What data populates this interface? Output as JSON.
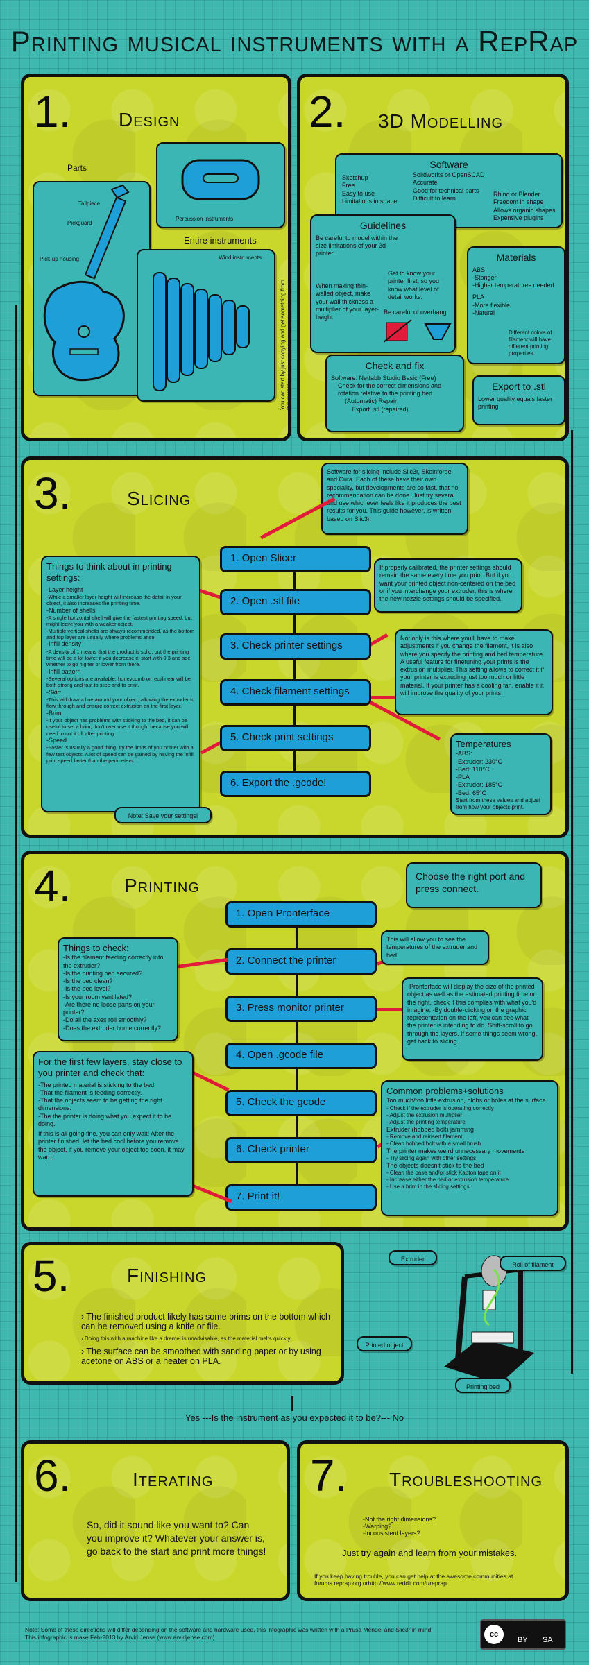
{
  "title": "Printing musical instruments with a RepRap",
  "s1": {
    "num": "1.",
    "name": "Design",
    "parts": "Parts",
    "tailpiece": "Tailpiece",
    "pickguard": "Pickguard",
    "pickup": "Pick-up housing",
    "percussion": "Percussion instruments",
    "entire": "Entire instruments",
    "wind": "Wind instruments",
    "side": "You can start by just copying and get something from thingiverse"
  },
  "s2": {
    "num": "2.",
    "name": "3D Modelling",
    "software_h": "Software",
    "sketchup": "Sketchup",
    "sketchup_items": [
      "Free",
      "Easy to use",
      "Limitations in shape"
    ],
    "solidworks": "Solidworks or OpenSCAD",
    "solidworks_items": [
      "Accurate",
      "Good for technical parts",
      "Difficult to learn"
    ],
    "rhino": "Rhino or Blender",
    "rhino_items": [
      "Freedom in shape",
      "Allows organic shapes",
      "Expensive plugins"
    ],
    "guidelines_h": "Guidelines",
    "g1": "Be careful to model within the size limitations of your 3d printer.",
    "g2": "Get to know your printer first, so you know what level of detail works.",
    "g3": "When making thin-walled object, make your wall thickness a multiplier of your layer-height",
    "g4": "Be careful of overhang",
    "materials_h": "Materials",
    "abs": "ABS",
    "abs_items": [
      "-Stonger",
      "-Higher temperatures needed"
    ],
    "pla": "PLA",
    "pla_items": [
      "-More flexible",
      "-Natural"
    ],
    "colors": "Different colors of filament will have different printing properties.",
    "check_h": "Check and fix",
    "check_items": [
      "Software: Netfabb Studio Basic (Free)",
      "Check for the correct dimensions and rotation relative to the printing bed",
      "(Automatic) Repair",
      "Export .stl (repaired)"
    ],
    "export_h": "Export to .stl",
    "export_t": "Lower quality equals faster printing"
  },
  "s3": {
    "num": "3.",
    "name": "Slicing",
    "intro": "Software for slicing include Slic3r, Skeinforge and Cura. Each of these have their own speciality, but developments are so fast, that no recommendation can be done. Just try several and use whichever feels like it produces the best results for you. This guide however, is written based on Slic3r.",
    "steps": [
      "1. Open Slicer",
      "2. Open .stl file",
      "3. Check printer settings",
      "4. Check filament settings",
      "5. Check print settings",
      "6. Export the .gcode!"
    ],
    "things_h": "Things to think about in printing settings:",
    "things": [
      [
        "-Layer height",
        "-While a smaller layer height will increase the detail in your object, it also increases the printing time."
      ],
      [
        "-Number of shells",
        "-A single horizontal shell will give the fastest printing speed, but might leave you with a weaker object.",
        "-Multiple vertical shells are always recommended, as the bottom and top layer are usually where problems arise."
      ],
      [
        "-Infill density",
        "-A density of 1 means that the product is solid, but the printing time will be a lot lower if you decrease it; start with 0.3 and see whether to go higher or lower from there."
      ],
      [
        "-Infill pattern",
        "-Several options are available, honeycomb or rectilinear will be both strong and fast to slice and to print."
      ],
      [
        "-Skirt",
        "-This will draw a line around your object, allowing the extruder to flow through and ensure correct extrusion on the first layer."
      ],
      [
        "-Brim",
        "-If your object has problems with sticking to the bed, it can be useful to set a brim, don't over use it though, because you will need to cut it off after printing."
      ],
      [
        "-Speed",
        "-Faster is usually a good thing, try the limits of you printer with a few test objects. A lot of speed can be gained by having the infill print speed faster than the perimeters."
      ]
    ],
    "save": "Note: Save your settings!",
    "printer_note": "If properly calibrated, the printer settings should remain the same every time you print. But if you want your printed object non-centered on the bed or if you interchange your extruder, this is where the new nozzle settings should be specified.",
    "filament_note": "Not only is this where you'll have to make adjustments if you change the filament, it is also where you specify the printing and bed temperature. A useful feature for finetuning your prints is the extrusion multiplier. This setting allows to correct it if your printer is extruding just too much or little material. If your printer has a cooling fan, enable it it will improve the quality of your prints.",
    "temp_h": "Temperatures",
    "temp_lines": [
      "-ABS:",
      "-Extruder: 230°C",
      "-Bed: 110°C",
      "-PLA",
      "-Extruder: 185°C",
      "-Bed: 65°C"
    ],
    "temp_note": "Start from these values and adjust from how your objects print."
  },
  "s4": {
    "num": "4.",
    "name": "Printing",
    "choose": "Choose the right port and press connect.",
    "steps": [
      "1. Open Pronterface",
      "2. Connect the printer",
      "3. Press monitor printer",
      "4. Open .gcode file",
      "5. Check the gcode",
      "6. Check printer",
      "7. Print it!"
    ],
    "check_h": "Things to check:",
    "check_items": [
      "-Is the filament feeding correctly into the extruder?",
      "-Is the printing bed secured?",
      "-Is the bed clean?",
      "-Is the bed level?",
      "-Is your room ventilated?",
      "-Are there no loose parts on your printer?",
      "-Do all the axes roll smoothly?",
      "-Does the extruder home correctly?"
    ],
    "temp_note": "This will allow you to see the temperatures of the extruder and bed.",
    "monitor_note": "-Pronterface will display the size of the printed object as well as the estimated printing time on the right, check if this complies with what you'd imagine. -By double-clicking on the graphic representation on the left, you can see what the printer is intending to do. Shift-scroll to go through the layers. If some things seem wrong, get back to slicing.",
    "first_h": "For the first few layers, stay close to you printer and check that:",
    "first_items": [
      "-The printed material is sticking to the bed.",
      "-That the filament is feeding correctly.",
      "-That the objects seem to be getting the right dimensions.",
      "-The the printer is doing what you expect it to be doing."
    ],
    "first_ok": "If this is all going fine, you can only wait! After the printer finished, let the bed cool before you remove the object, if you remove your object too soon, it may warp.",
    "problems_h": "Common problems+solutions",
    "problems": [
      "Too much/too little extrusion, blobs or holes at the surface",
      "- Check if the extruder is operating correctly",
      "- Adjust the extrusion multiplier",
      "- Adjust the printing temperature",
      "Extruder (hobbed bolt) jamming",
      "- Remove and reinsert filament",
      "- Clean hobbed bolt with a small brush",
      "The printer makes weird unnecessary movements",
      "- Try slicing again with other settings",
      "The objects doesn't stick to the bed",
      "- Clean the base and/or stick Kapton tape on it",
      "- Increase either the bed or extrusion temperature",
      "- Use a brim in the slicing settings"
    ]
  },
  "s5": {
    "num": "5.",
    "name": "Finishing",
    "p1": "› The finished product likely has some brims on the bottom which can be removed using a knife or file.",
    "p1s": "› Doing this with a machine like a dremel is unadvisable, as the material melts quickly.",
    "p2": "› The surface can be smoothed with sanding paper or by using acetone on ABS or a heater on PLA.",
    "extruder": "Extruder",
    "roll": "Roll of filament",
    "printed": "Printed object",
    "bed": "Printing bed"
  },
  "question": "Yes ---Is the instrument as you expected it to be?--- No",
  "s6": {
    "num": "6.",
    "name": "Iterating",
    "text": "So, did it sound like you want to? Can you improve it? Whatever your answer is, go back to the start and print more things!"
  },
  "s7": {
    "num": "7.",
    "name": "Troubleshooting",
    "items": [
      "-Not the right dimensions?",
      "-Warping?",
      "-Inconsistent layers?"
    ],
    "main": "Just try again and learn from your mistakes.",
    "help": "If you keep having trouble, you can get help at the awesome communities at forums.reprap.org orhttp://www.reddit.com/r/reprap"
  },
  "footer1": "Note: Some of these directions will differ depending on the software and hardware used, this infographic was written with a Prusa Mendel and Slic3r in mind.",
  "footer2": "This infographic is make Feb-2013 by Arvid Jense (www.arvidjense.com)",
  "cc": {
    "cc": "cc",
    "by": "BY",
    "sa": "SA"
  },
  "colors": {
    "teal": "#3fb8b0",
    "lime": "#c9d72c",
    "blue": "#1e9fd8",
    "red": "#e11b3a"
  }
}
